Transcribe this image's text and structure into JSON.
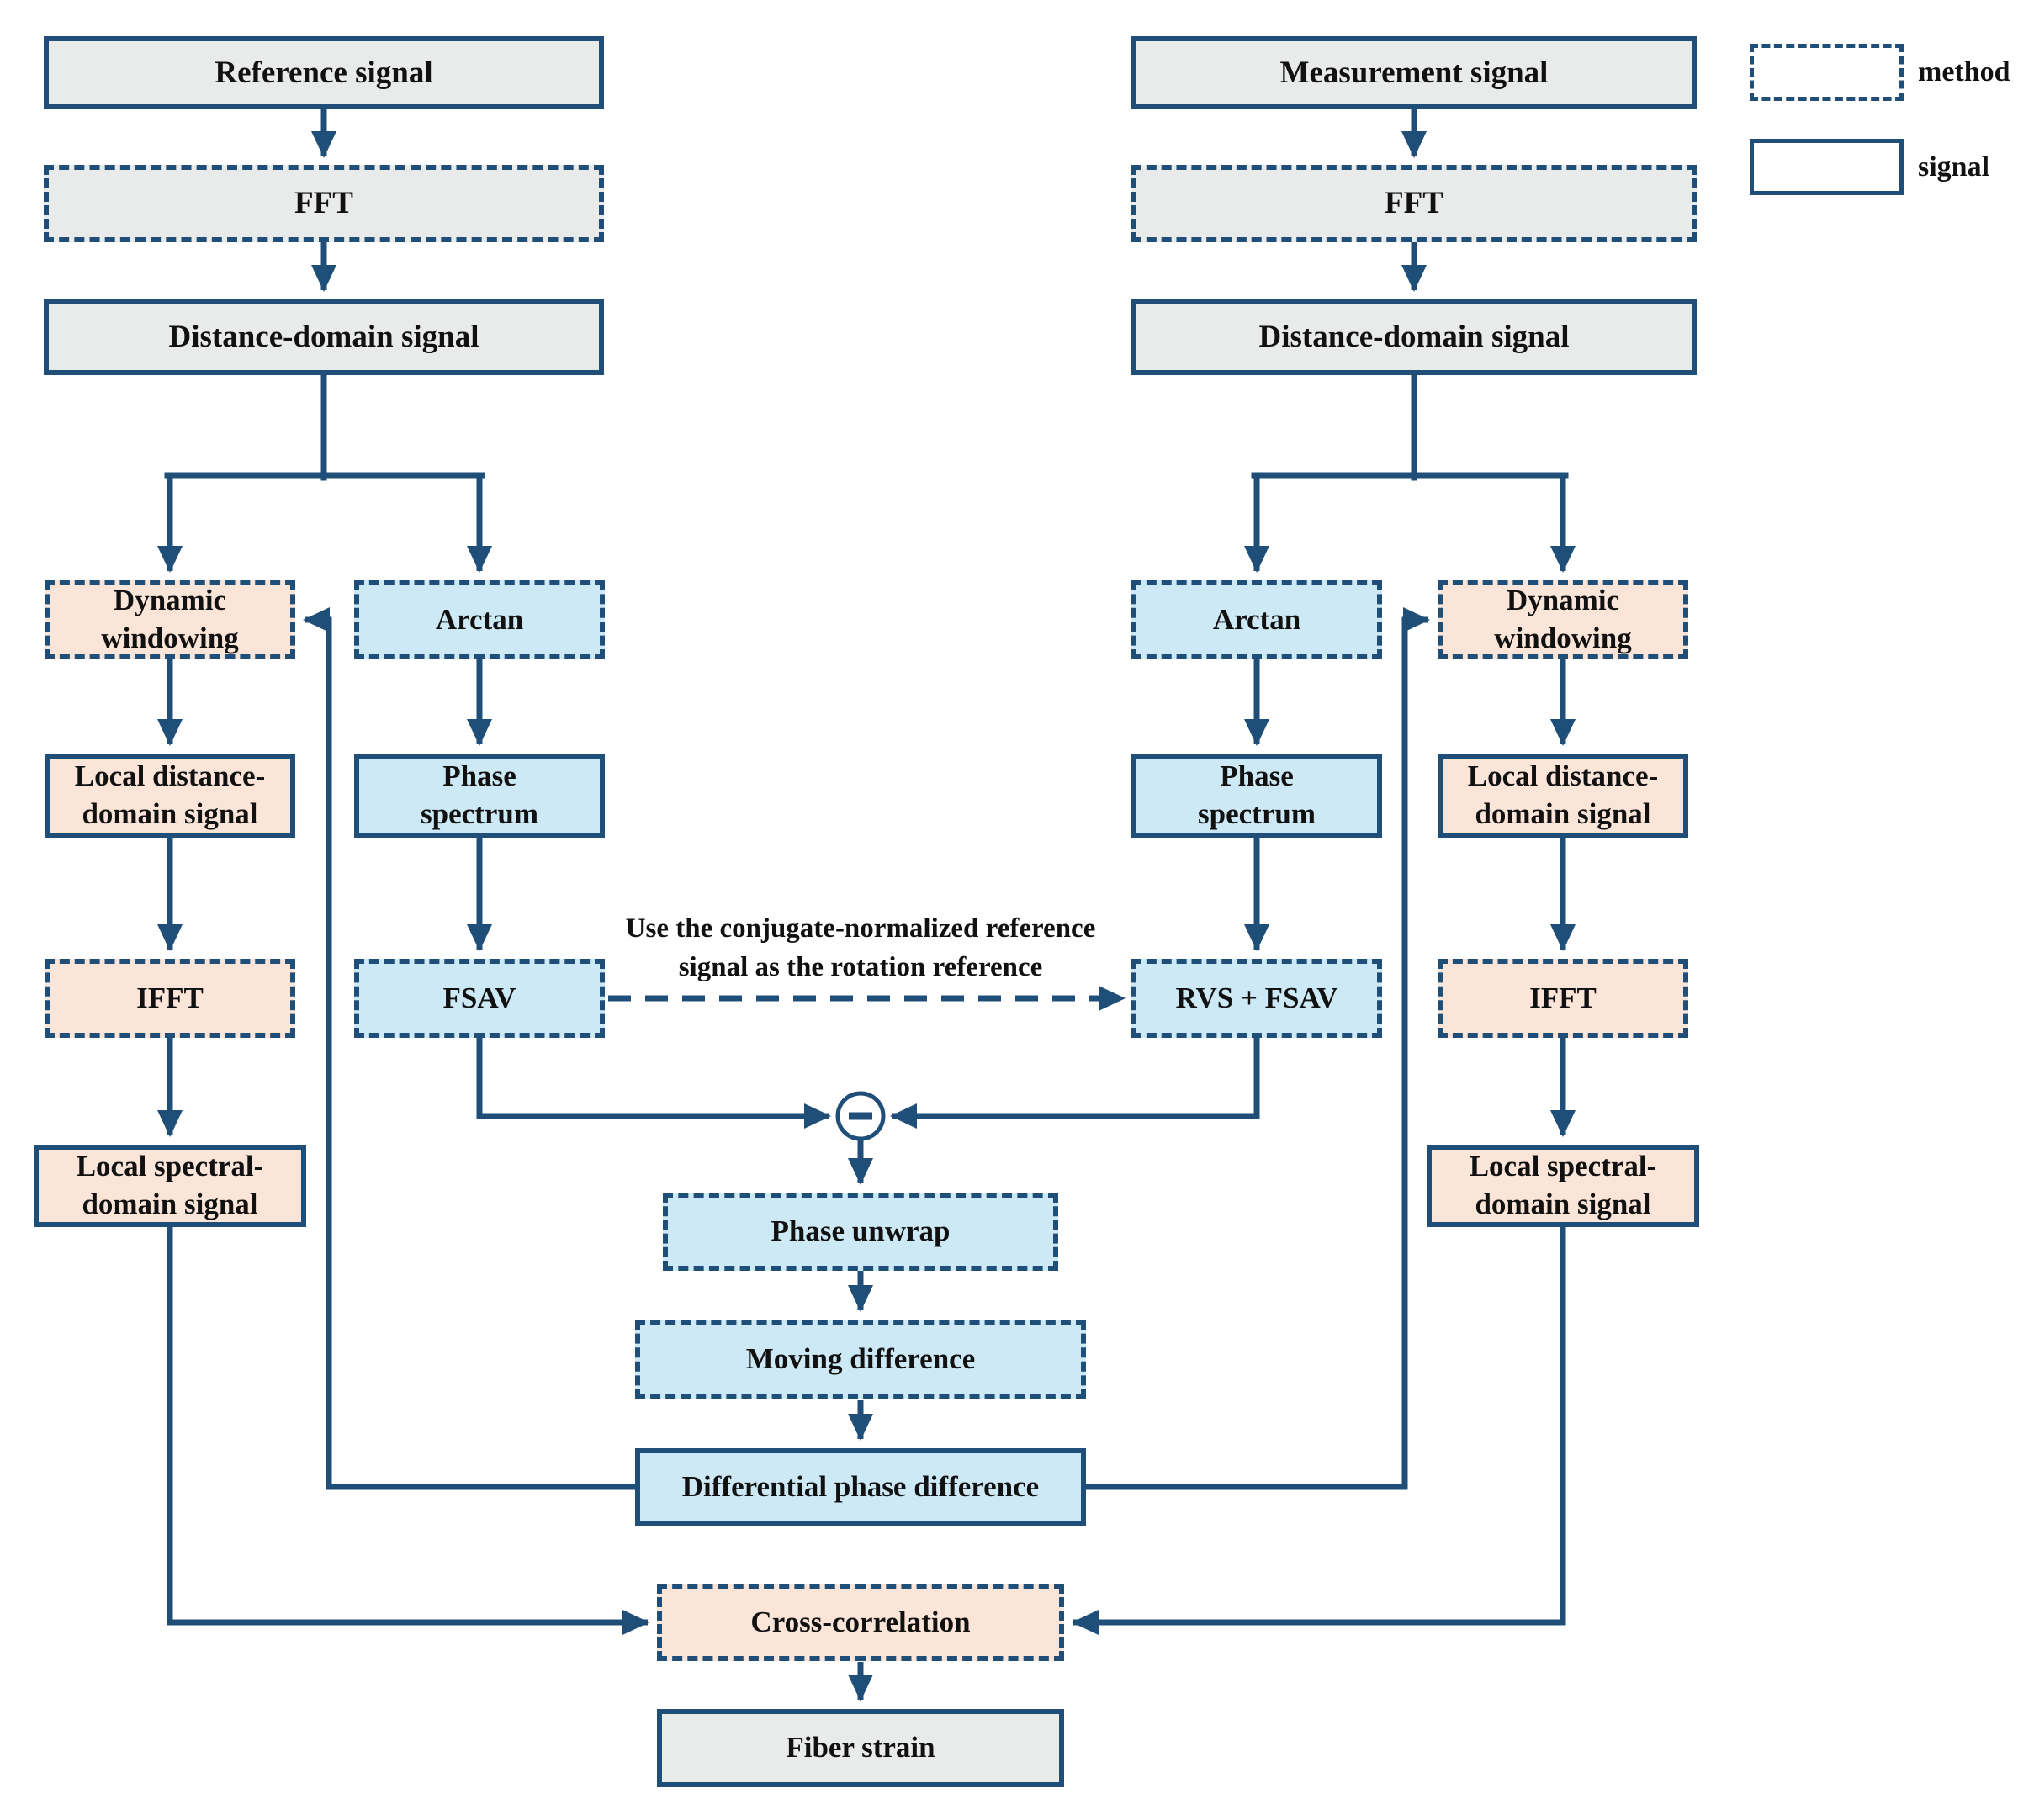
{
  "figure": {
    "type": "flowchart",
    "legend": {
      "method_label": "method",
      "signal_label": "signal"
    },
    "annotation": "Use the conjugate-normalized reference\nsignal as the rotation reference",
    "operator_minus": "−",
    "nodes": {
      "reference_signal": "Reference signal",
      "fft_left": "FFT",
      "distance_domain_left": "Distance-domain signal",
      "dynamic_windowing_left": "Dynamic\nwindowing",
      "arctan_left": "Arctan",
      "local_distance_left": "Local distance-\ndomain signal",
      "phase_spectrum_left": "Phase\nspectrum",
      "ifft_left": "IFFT",
      "fsav": "FSAV",
      "local_spectral_left": "Local spectral-\ndomain signal",
      "measurement_signal": "Measurement signal",
      "fft_right": "FFT",
      "distance_domain_right": "Distance-domain signal",
      "arctan_right": "Arctan",
      "dynamic_windowing_right": "Dynamic\nwindowing",
      "phase_spectrum_right": "Phase\nspectrum",
      "local_distance_right": "Local distance-\ndomain signal",
      "rvs_fsav": "RVS + FSAV",
      "ifft_right": "IFFT",
      "local_spectral_right": "Local spectral-\ndomain signal",
      "phase_unwrap": "Phase unwrap",
      "moving_difference": "Moving difference",
      "differential_phase_difference": "Differential phase difference",
      "cross_correlation": "Cross-correlation",
      "fiber_strain": "Fiber strain"
    },
    "colors": {
      "line": "#1f4e79",
      "gray_fill": "#e9eaea",
      "blue_fill": "#cde9f6",
      "peach_fill": "#fbe5d8",
      "text": "#111111"
    }
  }
}
